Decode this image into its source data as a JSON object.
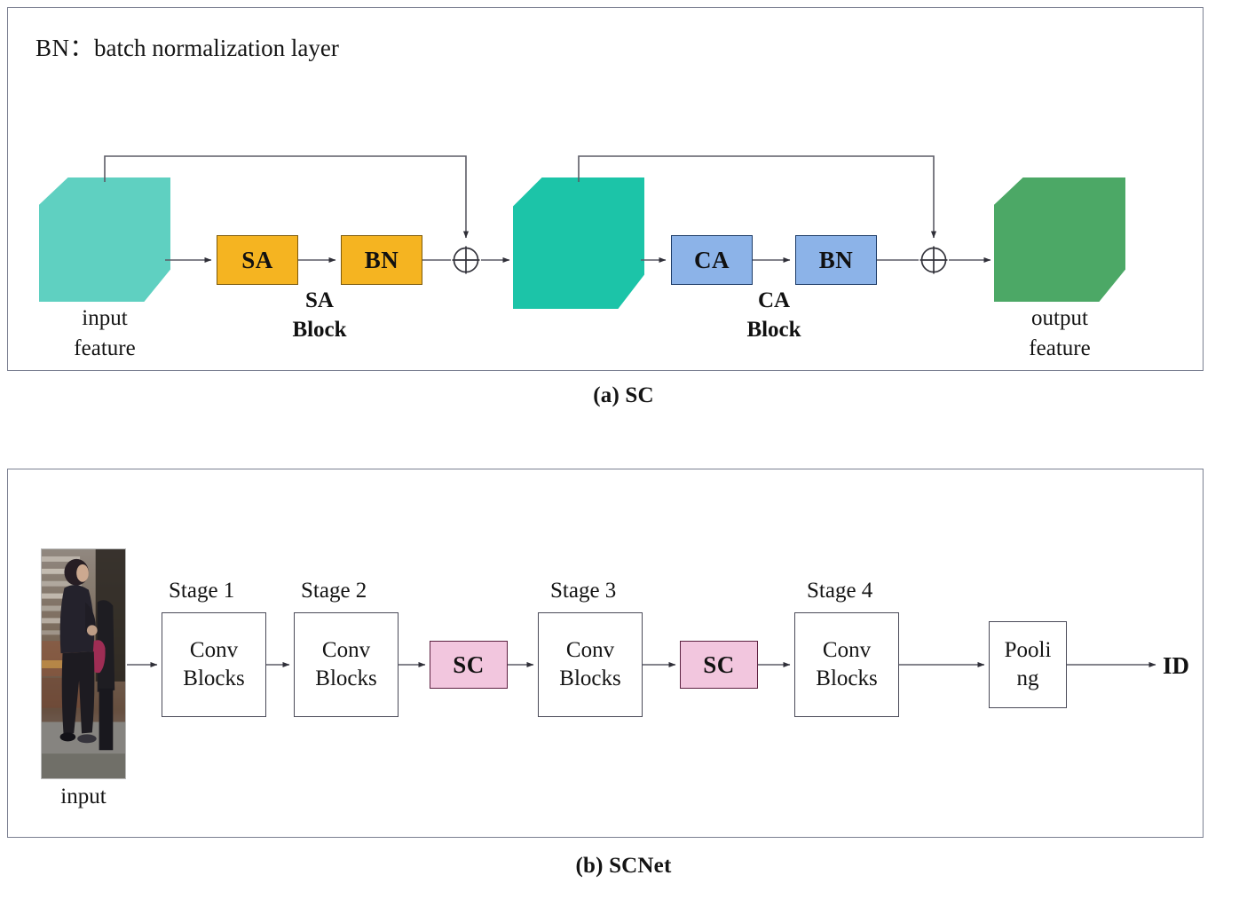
{
  "figure": {
    "panel_a": {
      "caption": "(a) SC",
      "legend": {
        "key": "BN：",
        "text": "batch normalization layer"
      },
      "shapes": [
        {
          "id": "input-feature",
          "label": "input\nfeature",
          "color": "#5fd0c1"
        },
        {
          "id": "middle-feature",
          "label": "",
          "color": "#1cc4a8"
        },
        {
          "id": "output-feature",
          "label": "output\nfeature",
          "color": "#4ca866"
        }
      ],
      "ops": [
        {
          "id": "sa",
          "label": "SA",
          "color": "#f5b421",
          "border": "#7d5a0b"
        },
        {
          "id": "bn1",
          "label": "BN",
          "color": "#f5b421",
          "border": "#7d5a0b"
        },
        {
          "id": "ca",
          "label": "CA",
          "color": "#8cb3e8",
          "border": "#1b3a66"
        },
        {
          "id": "bn2",
          "label": "BN",
          "color": "#8cb3e8",
          "border": "#1b3a66"
        }
      ],
      "block_labels": [
        {
          "id": "sa-block",
          "label": "SA\nBlock"
        },
        {
          "id": "ca-block",
          "label": "CA\nBlock"
        }
      ],
      "sum_nodes": [
        {
          "id": "sum-1",
          "symbol": "plus-circle"
        },
        {
          "id": "sum-2",
          "symbol": "plus-circle"
        }
      ]
    },
    "panel_b": {
      "caption": "(b) SCNet",
      "input_photo_label": "input",
      "stage_labels": [
        "Stage 1",
        "Stage 2",
        "Stage 3",
        "Stage 4"
      ],
      "conv_blocks": [
        {
          "id": "conv-1",
          "label": "Conv\nBlocks"
        },
        {
          "id": "conv-2",
          "label": "Conv\nBlocks"
        },
        {
          "id": "conv-3",
          "label": "Conv\nBlocks"
        },
        {
          "id": "conv-4",
          "label": "Conv\nBlocks"
        }
      ],
      "sc_blocks": [
        {
          "id": "sc-1",
          "label": "SC",
          "color": "#f2c6de"
        },
        {
          "id": "sc-2",
          "label": "SC",
          "color": "#f2c6de"
        }
      ],
      "pooling": {
        "id": "pooling",
        "label": "Pooli\nng"
      },
      "output_label": "ID"
    }
  }
}
